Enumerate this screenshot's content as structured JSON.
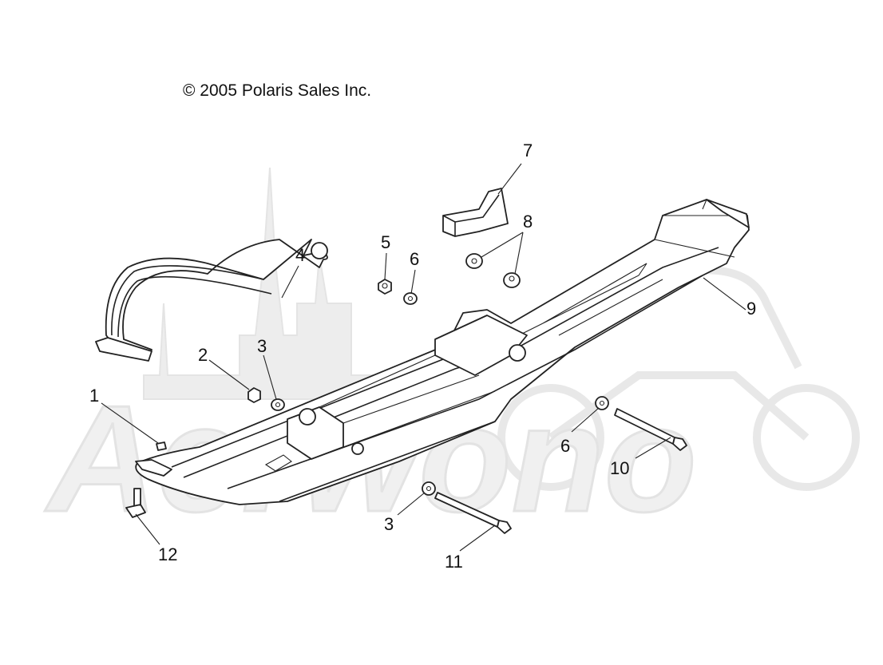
{
  "copyright": "© 2005 Polaris Sales Inc.",
  "watermark_text": "Aerwono",
  "callouts": [
    "1",
    "2",
    "3",
    "3",
    "4",
    "5",
    "6",
    "6",
    "7",
    "8",
    "9",
    "10",
    "11",
    "12"
  ]
}
